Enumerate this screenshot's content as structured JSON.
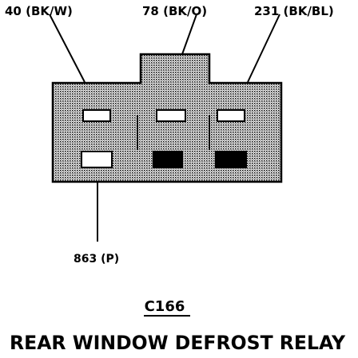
{
  "pin_labels": {
    "top_left": "40 (BK/W)",
    "top_center": "78 (BK/O)",
    "top_right": "231 (BK/BL)",
    "bottom_left": "863 (P)"
  },
  "connector_id": "C166",
  "component_name": "REAR WINDOW DEFROST RELAY",
  "colors": {
    "ink": "#000000",
    "background": "#ffffff",
    "shading": "#8c8c8c"
  }
}
